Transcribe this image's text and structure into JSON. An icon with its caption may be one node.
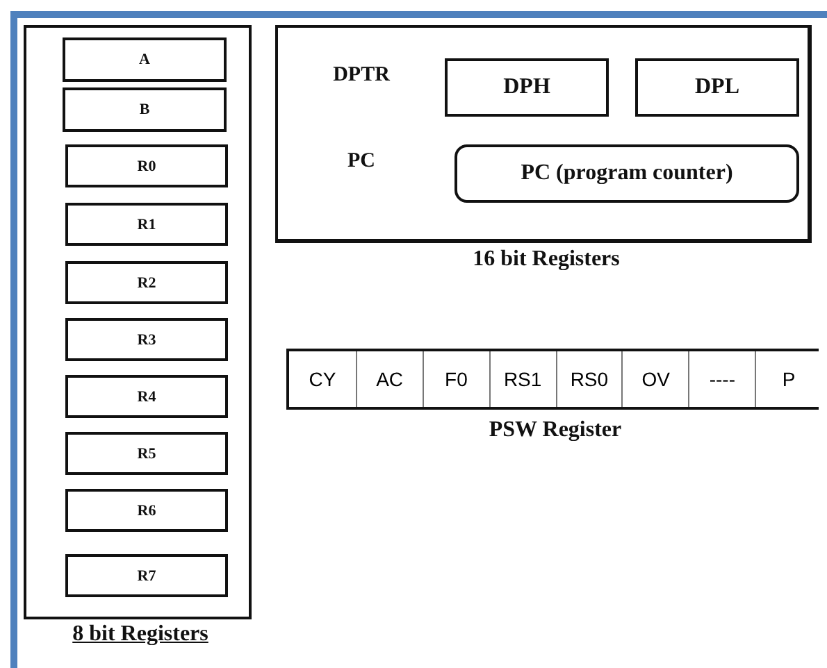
{
  "diagram": {
    "nodes": [
      {
        "text": [
          "8 bit Registers"
        ]
      },
      {
        "text": [
          "A"
        ],
        "in": 0
      },
      {
        "text": [
          "B"
        ],
        "in": 0
      },
      {
        "text": [
          "R0"
        ],
        "in": 0
      },
      {
        "text": [
          "R1"
        ],
        "in": 0
      },
      {
        "text": [
          "R2"
        ],
        "in": 0
      },
      {
        "text": [
          "R3"
        ],
        "in": 0
      },
      {
        "text": [
          "R4"
        ],
        "in": 0
      },
      {
        "text": [
          "R5"
        ],
        "in": 0
      },
      {
        "text": [
          "R6"
        ],
        "in": 0
      },
      {
        "text": [
          "R7"
        ],
        "in": 0
      },
      {
        "text": [
          "DPTR",
          "PC",
          "16 bit Registers"
        ]
      },
      {
        "text": [
          "DPH"
        ],
        "in": 11
      },
      {
        "text": [
          "DPL"
        ],
        "in": 11
      },
      {
        "text": [
          "PC (program counter)"
        ],
        "in": 11
      },
      {
        "text": [
          "PSW Register"
        ]
      },
      {
        "text": [
          "CY"
        ],
        "in": 15
      },
      {
        "text": [
          "AC"
        ],
        "in": 15
      },
      {
        "text": [
          "F0"
        ],
        "in": 15
      },
      {
        "text": [
          "RS1"
        ],
        "in": 15
      },
      {
        "text": [
          "RS0"
        ],
        "in": 15
      },
      {
        "text": [
          "OV"
        ],
        "in": 15
      },
      {
        "text": [
          "----"
        ],
        "in": 15
      },
      {
        "text": [
          "P"
        ],
        "in": 15
      }
    ]
  }
}
